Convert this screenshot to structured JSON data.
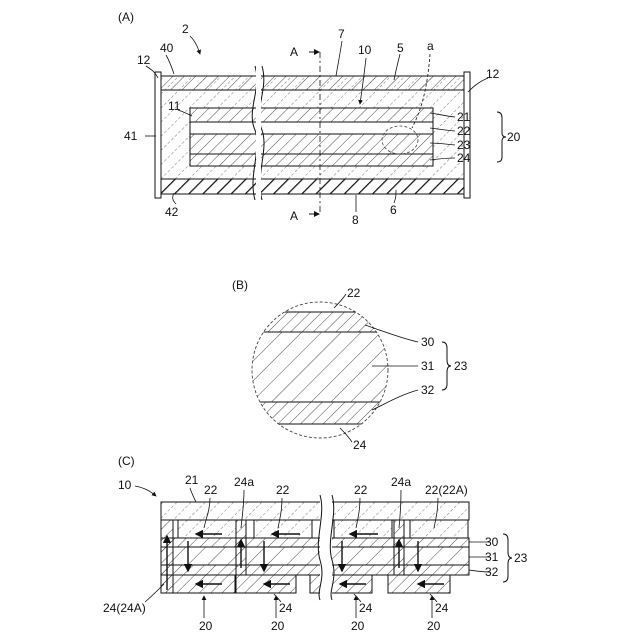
{
  "figure_a": {
    "panel_label": "(A)",
    "ref_2": "2",
    "ref_40": "40",
    "ref_12_left": "12",
    "ref_12_right": "12",
    "ref_11": "11",
    "ref_41": "41",
    "ref_42": "42",
    "section_top": "A",
    "section_bottom": "A",
    "ref_7": "7",
    "ref_10": "10",
    "ref_5": "5",
    "ref_a": "a",
    "ref_21": "21",
    "ref_22": "22",
    "ref_23": "23",
    "ref_24": "24",
    "ref_20": "20",
    "ref_8": "8",
    "ref_6": "6"
  },
  "figure_b": {
    "panel_label": "(B)",
    "ref_22": "22",
    "ref_30": "30",
    "ref_31": "31",
    "ref_32": "32",
    "ref_23": "23",
    "ref_24": "24"
  },
  "figure_c": {
    "panel_label": "(C)",
    "ref_10": "10",
    "ref_21": "21",
    "top_labels": [
      "22",
      "24a",
      "22",
      "22",
      "24a",
      "22(22A)"
    ],
    "ref_30": "30",
    "ref_31": "31",
    "ref_32": "32",
    "ref_23": "23",
    "ref_24_24A": "24(24A)",
    "bottom_24": [
      "24",
      "24",
      "24"
    ],
    "bottom_20": [
      "20",
      "20",
      "20",
      "20"
    ]
  }
}
